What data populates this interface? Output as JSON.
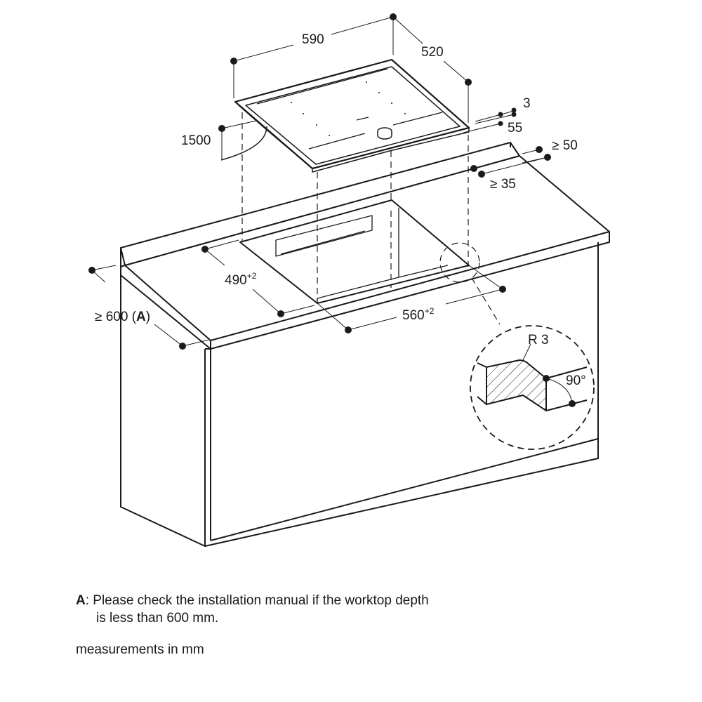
{
  "dimensions": {
    "hob_width": "590",
    "hob_depth": "520",
    "cable_length": "1500",
    "frame_thickness": "3",
    "installation_depth": "55",
    "rear_clearance": "≥ 50",
    "rear_distance": "≥ 35",
    "cutout_depth": "490",
    "cutout_depth_tol": "+2",
    "cutout_width": "560",
    "cutout_width_tol": "+2",
    "worktop_depth": "≥ 600 (",
    "worktop_depth_ref": "A",
    "worktop_depth_close": ")",
    "detail_radius": "R 3",
    "detail_angle": "90°"
  },
  "notes": {
    "footnote_key": "A",
    "footnote_line1": ": Please check the installation manual if the worktop depth",
    "footnote_line2": "is less than 600 mm.",
    "units": "measurements in mm"
  },
  "colors": {
    "line": "#1a1a1a",
    "background": "#ffffff"
  }
}
